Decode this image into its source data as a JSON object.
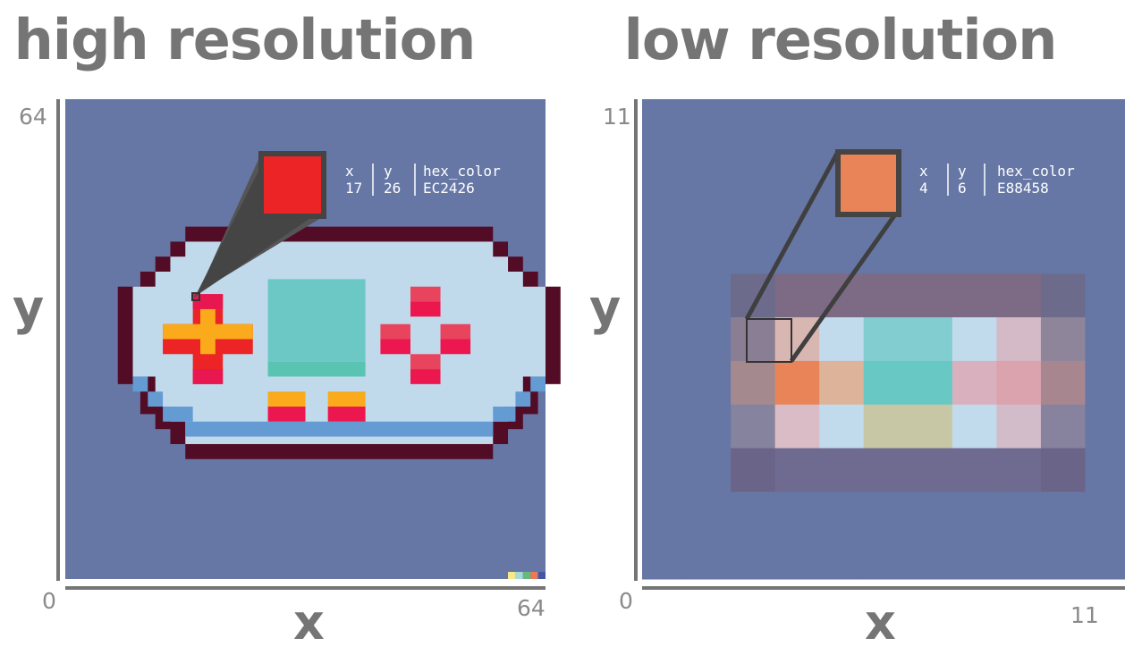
{
  "panels": [
    {
      "title": "high resolution",
      "x_label": "x",
      "y_label": "y",
      "x_min": "0",
      "x_max": "64",
      "y_max": "64",
      "inspector": {
        "col_x": "x",
        "col_y": "y",
        "col_hex": "hex_color",
        "val_x": "17",
        "val_y": "26",
        "val_hex": "EC2426",
        "swatch_color": "#EC2426"
      }
    },
    {
      "title": "low resolution",
      "x_label": "x",
      "y_label": "y",
      "x_min": "0",
      "x_max": "11",
      "y_max": "11",
      "inspector": {
        "col_x": "x",
        "col_y": "y",
        "col_hex": "hex_color",
        "val_x": "4",
        "val_y": "6",
        "val_hex": "E88458",
        "swatch_color": "#E88458"
      }
    }
  ],
  "colors": {
    "background": "#6677A5",
    "outline": "#520C26",
    "body": "#C0DAEC",
    "shadow": "#649BD3",
    "dpad_red": "#EC2426",
    "dpad_pink": "#E8174F",
    "dpad_orange": "#FAAA1A",
    "screen": "#6CC8C5",
    "screen_bottom": "#5AC4B2",
    "button_pink": "#E9445E",
    "button_red": "#EC174F",
    "axis_gray": "#757575",
    "label_dark": "#3a3a3a"
  },
  "low_res_grid": [
    [
      "#6677A5",
      "#6677A5",
      "#6677A5",
      "#6677A5",
      "#6677A5",
      "#6677A5",
      "#6677A5",
      "#6677A5",
      "#6677A5",
      "#6677A5",
      "#6677A5"
    ],
    [
      "#6677A5",
      "#6677A5",
      "#6677A5",
      "#6677A5",
      "#6677A5",
      "#6677A5",
      "#6677A5",
      "#6677A5",
      "#6677A5",
      "#6677A5",
      "#6677A5"
    ],
    [
      "#6677A5",
      "#6677A5",
      "#6677A5",
      "#6677A5",
      "#6677A5",
      "#6677A5",
      "#6677A5",
      "#6677A5",
      "#6677A5",
      "#6677A5",
      "#6677A5"
    ],
    [
      "#6677A5",
      "#6677A5",
      "#6677A5",
      "#6677A5",
      "#6677A5",
      "#6677A5",
      "#6677A5",
      "#6677A5",
      "#6677A5",
      "#6677A5",
      "#6677A5"
    ],
    [
      "#6677A5",
      "#6677A5",
      "#6C6B8C",
      "#7D6A84",
      "#7D6A84",
      "#7D6A84",
      "#7D6A84",
      "#7D6A84",
      "#7D6A84",
      "#6C6B8C",
      "#6677A5"
    ],
    [
      "#6677A5",
      "#6677A5",
      "#8A7E94",
      "#D8B7B2",
      "#C1DAEC",
      "#82CDD0",
      "#82CDD0",
      "#C1DAEC",
      "#D4B9C6",
      "#8E859B",
      "#6677A5"
    ],
    [
      "#6677A5",
      "#6677A5",
      "#A48A8E",
      "#E88458",
      "#DDB39A",
      "#68C8C4",
      "#68C8C4",
      "#D9B0BD",
      "#DBA3AE",
      "#A78690",
      "#6677A5"
    ],
    [
      "#6677A5",
      "#6677A5",
      "#85839E",
      "#D9BCC6",
      "#C1DAEC",
      "#C7C7A6",
      "#C7C7A6",
      "#C1DAEC",
      "#D3BCCA",
      "#87839E",
      "#6677A5"
    ],
    [
      "#6677A5",
      "#6677A5",
      "#6B6489",
      "#6E6A90",
      "#6E6A90",
      "#6E6A90",
      "#6E6A90",
      "#6E6A90",
      "#6E6A90",
      "#6B6489",
      "#6677A5"
    ],
    [
      "#6677A5",
      "#6677A5",
      "#6677A5",
      "#6677A5",
      "#6677A5",
      "#6677A5",
      "#6677A5",
      "#6677A5",
      "#6677A5",
      "#6677A5",
      "#6677A5"
    ],
    [
      "#6677A5",
      "#6677A5",
      "#6677A5",
      "#6677A5",
      "#6677A5",
      "#6677A5",
      "#6677A5",
      "#6677A5",
      "#6677A5",
      "#6677A5",
      "#6677A5"
    ]
  ],
  "palette_strip": [
    "#F4EA8A",
    "#A9D8D8",
    "#64B97C",
    "#E77A57",
    "#4456A6"
  ]
}
